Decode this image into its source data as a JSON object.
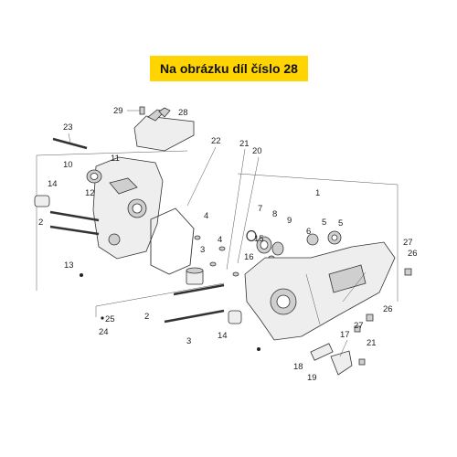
{
  "header": {
    "title": "Na obrázku díl číslo 28"
  },
  "callouts": {
    "c29": "29",
    "c28": "28",
    "c23": "23",
    "c22": "22",
    "c21": "21",
    "c20": "20",
    "c11": "11",
    "c10": "10",
    "c14a": "14",
    "c12": "12",
    "c2a": "2",
    "c13": "13",
    "c7": "7",
    "c8": "8",
    "c9": "9",
    "c1": "1",
    "c6": "6",
    "c5a": "5",
    "c5b": "5",
    "c4a": "4",
    "c4b": "4",
    "c3a": "3",
    "c3b": "3",
    "c15": "15",
    "c16": "16",
    "c27a": "27",
    "c26a": "26",
    "c26b": "26",
    "c27b": "27",
    "c17": "17",
    "c21b": "21",
    "c18": "18",
    "c19": "19",
    "c25": "25",
    "c24": "24",
    "c2b": "2",
    "c14b": "14"
  }
}
